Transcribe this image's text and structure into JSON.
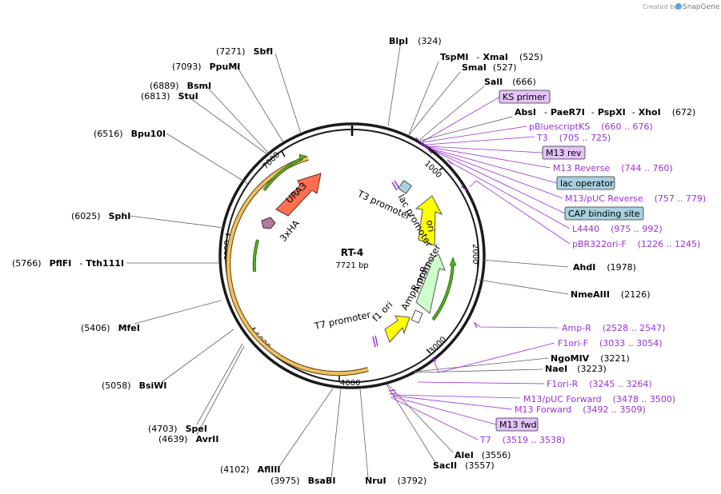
{
  "credit": "Created by",
  "credit_brand": "SnapGene",
  "plasmid": {
    "name": "RT-4",
    "size": "7721 bp"
  },
  "ticks": [
    "1000",
    "2000",
    "3000",
    "4000",
    "5000",
    "6000",
    "7000"
  ],
  "enzymes": {
    "blpi": {
      "name": "BlpI",
      "pos": "(324)"
    },
    "tspmi": {
      "name": "TspMI",
      "sep": "-",
      "name2": "XmaI",
      "pos": "(525)"
    },
    "smai": {
      "name": "SmaI",
      "pos": "(527)"
    },
    "sali": {
      "name": "SalI",
      "pos": "(666)"
    },
    "absi": {
      "name": "AbsI",
      "sep": "-",
      "name2": "PaeR7I",
      "sep2": "-",
      "name3": "PspXI",
      "sep3": "-",
      "name4": "XhoI",
      "pos": "(672)"
    },
    "ahdi": {
      "name": "AhdI",
      "pos": "(1978)"
    },
    "nmeaiii": {
      "name": "NmeAIII",
      "pos": "(2126)"
    },
    "ngomiv": {
      "name": "NgoMIV",
      "pos": "(3221)"
    },
    "naei": {
      "name": "NaeI",
      "pos": "(3223)"
    },
    "alei": {
      "name": "AleI",
      "pos": "(3556)"
    },
    "sacii": {
      "name": "SacII",
      "pos": "(3557)"
    },
    "nrui": {
      "name": "NruI",
      "pos": "(3792)"
    },
    "bsabi": {
      "name": "BsaBI",
      "pos": "(3975)"
    },
    "aflii": {
      "name": "AflIII",
      "pos": "(4102)"
    },
    "avrii": {
      "name": "AvrII",
      "pos": "(4639)"
    },
    "spei": {
      "name": "SpeI",
      "pos": "(4703)"
    },
    "bsiwi": {
      "name": "BsiWI",
      "pos": "(5058)"
    },
    "mfei": {
      "name": "MfeI",
      "pos": "(5406)"
    },
    "pflfi": {
      "name": "PflFI",
      "sep": "-",
      "name2": "Tth111I",
      "pos": "(5766)"
    },
    "sphi": {
      "name": "SphI",
      "pos": "(6025)"
    },
    "bpu10i": {
      "name": "Bpu10I",
      "pos": "(6516)"
    },
    "stui": {
      "name": "StuI",
      "pos": "(6813)"
    },
    "bsmi": {
      "name": "BsmI",
      "pos": "(6889)"
    },
    "ppumi": {
      "name": "PpuMI",
      "pos": "(7093)"
    },
    "sbfi": {
      "name": "SbfI",
      "pos": "(7271)"
    }
  },
  "primers": {
    "ks_primer": "KS primer",
    "pbluescriptks": {
      "name": "pBluescriptKS",
      "range": "(660 .. 676)"
    },
    "t3": {
      "name": "T3",
      "range": "(705 .. 725)"
    },
    "m13_rev": "M13 rev",
    "m13_reverse": {
      "name": "M13 Reverse",
      "range": "(744 .. 760)"
    },
    "lac_operator": "lac operator",
    "m13puc_reverse": {
      "name": "M13/pUC Reverse",
      "range": "(757 .. 779)"
    },
    "cap_binding_site": "CAP binding site",
    "l4440": {
      "name": "L4440",
      "range": "(975 .. 992)"
    },
    "pbr322ori_f": {
      "name": "pBR322ori-F",
      "range": "(1226 .. 1245)"
    },
    "amp_r": {
      "name": "Amp-R",
      "range": "(2528 .. 2547)"
    },
    "f1ori_f": {
      "name": "F1ori-F",
      "range": "(3033 .. 3054)"
    },
    "f1ori_r": {
      "name": "F1ori-R",
      "range": "(3245 .. 3264)"
    },
    "m13puc_forward": {
      "name": "M13/pUC Forward",
      "range": "(3478 .. 3500)"
    },
    "m13_forward": {
      "name": "M13 Forward",
      "range": "(3492 .. 3509)"
    },
    "m13_fwd": "M13 fwd",
    "t7": {
      "name": "T7",
      "range": "(3519 .. 3538)"
    }
  },
  "features": {
    "t3_promoter": "T3 promoter",
    "lac_promoter": "lac promoter",
    "ori": "ori",
    "ampr": "AmpR",
    "ampr_promoter": "AmpR promoter",
    "f1_ori": "f1 ori",
    "t7_promoter": "T7 promoter",
    "ura3": "URA3",
    "3xha": "3xHA"
  },
  "colors": {
    "backbone": "#1a1a1a",
    "primer": "#9b30d9",
    "primer_box": "#e2c2f7",
    "blue_box": "#a8d0de",
    "ori": "#ffff00",
    "ampr": "#ccffcc",
    "ura3": "#ff7050",
    "orange_arc": "#f0c060",
    "green_arc": "#55aa22",
    "ha_tag": "#b07c9c"
  }
}
